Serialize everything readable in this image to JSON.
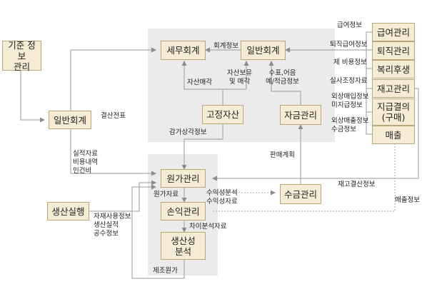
{
  "boxes": {
    "standard_info": "기준 정보\n관리",
    "general_accounting_left": "일반회계",
    "production": "생산실행",
    "tax_accounting": "세무회계",
    "general_accounting_center": "일반회계",
    "fixed_assets": "고정자산",
    "fund_management": "자금관리",
    "cost_management": "원가관리",
    "profit_loss_management": "손익관리",
    "productivity_analysis": "생산성\n분석",
    "revenue_management": "수금관리",
    "payroll": "급여관리",
    "retirement": "퇴직관리",
    "welfare": "복리후생",
    "inventory": "재고관리",
    "payment_purchase": "지급결의\n(구매)",
    "sales": "매출"
  },
  "labels": {
    "payroll_info": "급여정보",
    "retirement_payroll_info": "퇴직급여정보",
    "expense_info": "제 비용정보",
    "stock_adjustment": "실사조정자료",
    "foreign_purchase": "외상매입정보\n미지급정보",
    "foreign_sales": "외상매출정보\n수금정보",
    "accounting_info": "회계정보",
    "asset_sale": "자산매각",
    "asset_holding": "자산보유\n및 매각",
    "notes_deposit": "수표,어음\n예/적금정보",
    "closing_slip": "결산전표",
    "depreciation_info": "감가상각정보",
    "performance_data": "실적자료\n비용내역\n인건비",
    "sales_plan": "판매계획",
    "inventory_closing": "재고결산정보",
    "sales_info": "매출정보",
    "cost_data": "원가자료",
    "profitability": "수익성분석\n수익성자료",
    "variance_data": "차이분석자료",
    "production_data": "자재사용정보\n생산실적\n공수정보",
    "manufacturing_cost": "제조원가"
  },
  "colors": {
    "panel": "#ebebeb",
    "box_fill": "#f6ecd6",
    "box_border": "#b9a77a",
    "line": "#9a9a9a"
  }
}
